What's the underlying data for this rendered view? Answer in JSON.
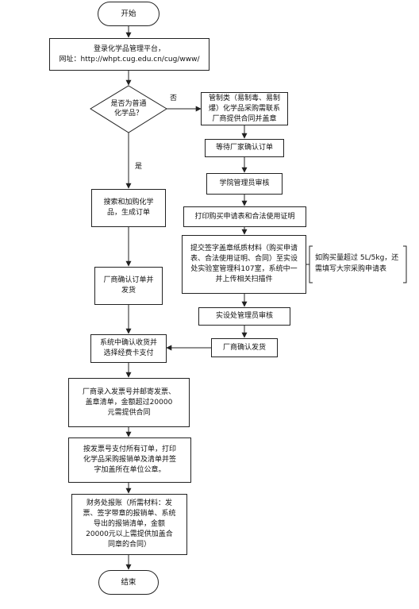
{
  "flow": {
    "start": "开始",
    "login": "登录化学品管理平台，\n网址：http://whpt.cug.edu.cn/cug/www/",
    "decision": "是否为普通\n化学品？",
    "no_label": "否",
    "yes_label": "是",
    "controlled": "管制类（易制毒、易制\n爆）化学品采购需联系\n厂商提供合同并盖章",
    "wait_vendor": "等待厂家确认订单",
    "college_review": "学院管理员审核",
    "print_apply": "打印购买申请表和合法使用证明",
    "submit_docs": "提交签字盖章纸质材料（购买申请\n表、合法使用证明、合同）至实设\n处实验室管理科107室，系统中一\n并上传相关扫描件",
    "note": "如购买量超过 5L/5kg，还\n需填写大宗采购申请表",
    "office_review": "实设处管理员审核",
    "vendor_ship_right": "厂商确认发货",
    "search_add": "搜索和加购化学\n品，生成订单",
    "vendor_confirm": "厂商确认订单并\n发货",
    "confirm_receipt": "系统中确认收货并\n选择经费卡支付",
    "invoice": "厂商录入发票号并邮寄发票、\n盖章清单，金额超过20000\n元需提供合同",
    "pay_print": "按发票号支付所有订单，打印\n化学品采购报销单及清单并签\n字加盖所在单位公章。",
    "finance": "财务处报账（所需材料：发\n票、签字带章的报销单、系统\n导出的报销清单，金额\n20000元以上需提供加盖合\n同章的合同）",
    "end": "结束"
  }
}
